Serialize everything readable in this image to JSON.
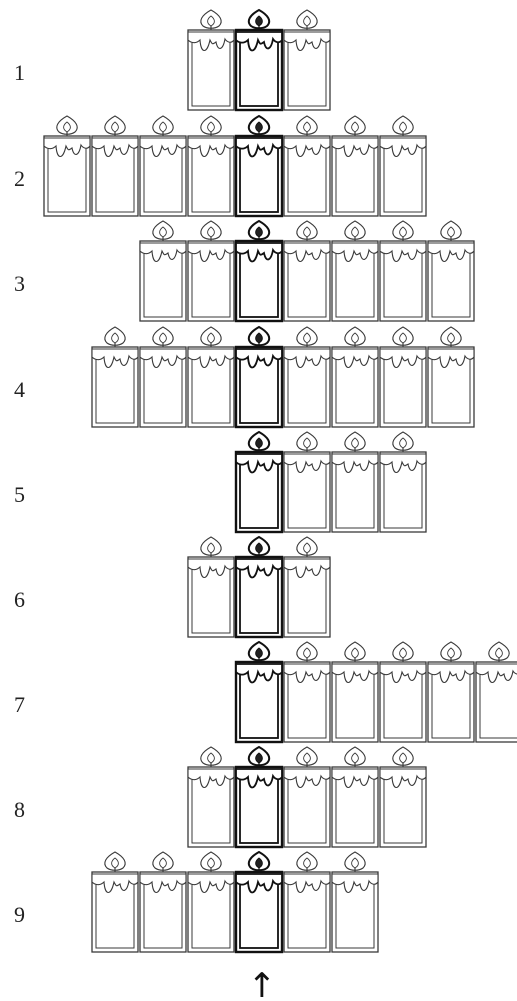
{
  "rows": [
    {
      "label": "1",
      "left_count": 1,
      "right_count": 1
    },
    {
      "label": "2",
      "left_count": 4,
      "right_count": 3
    },
    {
      "label": "3",
      "left_count": 2,
      "right_count": 4
    },
    {
      "label": "4",
      "left_count": 3,
      "right_count": 4
    },
    {
      "label": "5",
      "left_count": 0,
      "right_count": 3
    },
    {
      "label": "6",
      "left_count": 1,
      "right_count": 1
    },
    {
      "label": "7",
      "left_count": 0,
      "right_count": 5
    },
    {
      "label": "8",
      "left_count": 1,
      "right_count": 3
    },
    {
      "label": "9",
      "left_count": 3,
      "right_count": 2
    }
  ],
  "pointer": {
    "icon": "up-arrow-icon",
    "glyph": "↑"
  },
  "colors": {
    "stroke": "#3a3a3a",
    "marked_stroke": "#111111",
    "fill": "#ffffff"
  }
}
